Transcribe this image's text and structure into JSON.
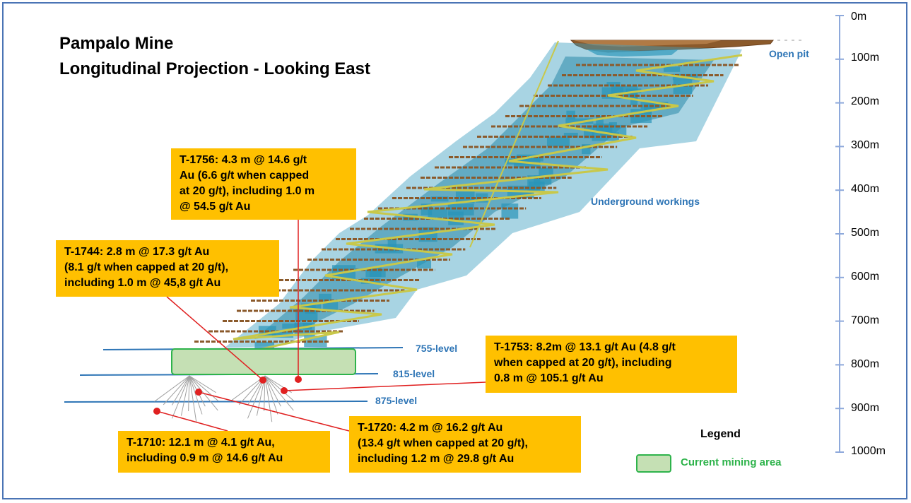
{
  "title": {
    "line1": "Pampalo Mine",
    "line2": "Longitudinal Projection - Looking East"
  },
  "depth_scale": {
    "min_m": 0,
    "max_m": 1000,
    "step_m": 100,
    "labels": [
      "0m",
      "100m",
      "200m",
      "300m",
      "400m",
      "500m",
      "600m",
      "700m",
      "800m",
      "900m",
      "1000m"
    ]
  },
  "zone_labels": {
    "open_pit": "Open pit",
    "underground": "Underground workings"
  },
  "levels": [
    {
      "label": "755-level",
      "depth_m": 755
    },
    {
      "label": "815-level",
      "depth_m": 815
    },
    {
      "label": "875-level",
      "depth_m": 875
    }
  ],
  "callouts": {
    "t1756": [
      "T-1756: 4.3 m @ 14.6 g/t",
      "Au (6.6 g/t when capped",
      "at 20 g/t), including 1.0 m",
      "@ 54.5 g/t Au"
    ],
    "t1744": [
      "T-1744: 2.8 m @ 17.3 g/t Au",
      "(8.1 g/t when capped at 20 g/t),",
      "including 1.0 m @ 45,8 g/t Au"
    ],
    "t1753": [
      "T-1753: 8.2m @ 13.1 g/t Au (4.8 g/t",
      "when capped at 20 g/t), including",
      "0.8 m @ 105.1 g/t Au"
    ],
    "t1720": [
      "T-1720: 4.2 m @ 16.2 g/t Au",
      "(13.4 g/t when capped at 20 g/t),",
      "including 1.2 m @ 29.8 g/t Au"
    ],
    "t1710": [
      "T-1710: 12.1 m @ 4.1 g/t Au,",
      "including 0.9 m @ 14.6 g/t Au"
    ]
  },
  "legend": {
    "title": "Legend",
    "current_mining_area": "Current mining area"
  },
  "colors": {
    "frame": "#4a74b5",
    "axis": "#8ea9db",
    "level_line": "#2e75b6",
    "callout_fill": "#ffc000",
    "leader_line": "#e02020",
    "mining_area_fill": "#c5e0b4",
    "mining_area_stroke": "#2eb34b",
    "orebody": "#3fa0c0",
    "drift": "#8b5a2b",
    "ramp": "#c8c84a",
    "surface": "#9c6b3a"
  }
}
